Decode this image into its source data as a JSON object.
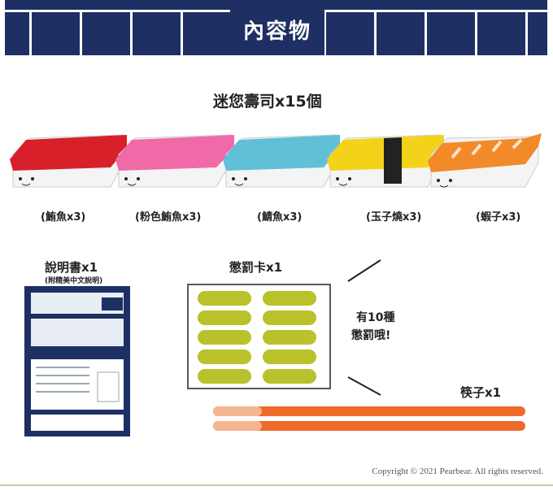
{
  "banner": {
    "title": "內容物"
  },
  "sushi": {
    "heading": "迷您壽司x15個",
    "items": [
      {
        "label": "(鮪魚x3)",
        "color": "#d8202a"
      },
      {
        "label": "(粉色鮪魚x3)",
        "color": "#f06aa8"
      },
      {
        "label": "(鯖魚x3)",
        "color": "#5fc0d8"
      },
      {
        "label": "(玉子燒x3)",
        "color": "#f3d21a"
      },
      {
        "label": "(蝦子x3)",
        "color": "#f28a2a"
      }
    ]
  },
  "manual": {
    "heading": "說明書x1",
    "subheading": "(附精美中文說明)"
  },
  "card": {
    "heading": "懲罰卡x1",
    "note_line1": "有10種",
    "note_line2": "懲罰哦!",
    "card_color": "#b9c22a"
  },
  "chopsticks": {
    "heading": "筷子x1",
    "color": "#ee6a2a"
  },
  "copyright": "Copyright © 2021 Pearbear. All rights reserved.",
  "colors": {
    "navy": "#1d2f63"
  }
}
